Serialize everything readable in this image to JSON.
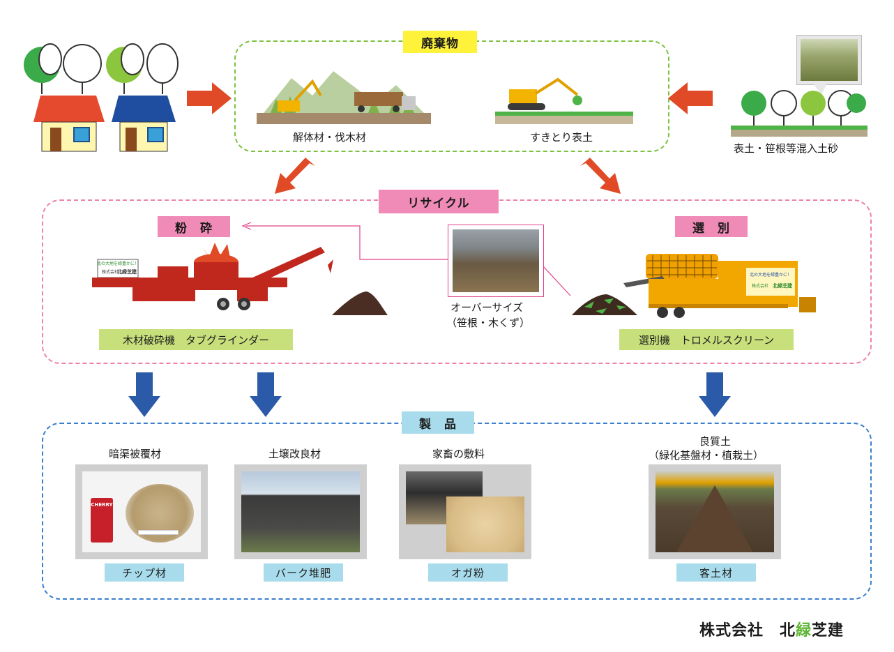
{
  "waste": {
    "title": "廃棄物",
    "item1": "解体材・伐木材",
    "item2": "すきとり表土",
    "right_label": "表土・笹根等混入土砂"
  },
  "recycle": {
    "title": "リサイクル",
    "crush_title": "粉　砕",
    "select_title": "選　別",
    "crusher_label": "木材破砕機　タブグラインダー",
    "screen_label": "選別機　トロメルスクリーン",
    "oversize_line1": "オーバーサイズ",
    "oversize_line2": "（笹根・木くず）",
    "crusher_sign_line1": "北の大地を緑豊かに！",
    "crusher_sign_line2": "株式会社",
    "crusher_sign_line3": "北緑芝建",
    "screen_sign_line1": "北の大地を緑豊かに！",
    "screen_sign_line2": "株式会社",
    "screen_sign_line3": "北緑芝建"
  },
  "products": {
    "title": "製　品",
    "items": [
      {
        "top": "暗渠被覆材",
        "bottom": "チップ材"
      },
      {
        "top": "土壌改良材",
        "bottom": "バーク堆肥"
      },
      {
        "top": "家畜の敷料",
        "bottom": "オガ粉"
      },
      {
        "top": "良質土\n（緑化基盤材・植栽土）",
        "bottom": "客土材"
      }
    ],
    "item4_top1": "良質土",
    "item4_top2": "（緑化基盤材・植栽土）",
    "cigarette_brand": "CHERRY"
  },
  "company": {
    "prefix": "株式会社　北",
    "green_char": "緑",
    "suffix": "芝建"
  },
  "colors": {
    "red_arrow": "#e04a26",
    "blue_arrow": "#2a5aa8",
    "waste_border": "#7cc242",
    "recycle_border": "#ee82a9",
    "product_border": "#3a7fcc",
    "green_accent": "#5cb531"
  }
}
